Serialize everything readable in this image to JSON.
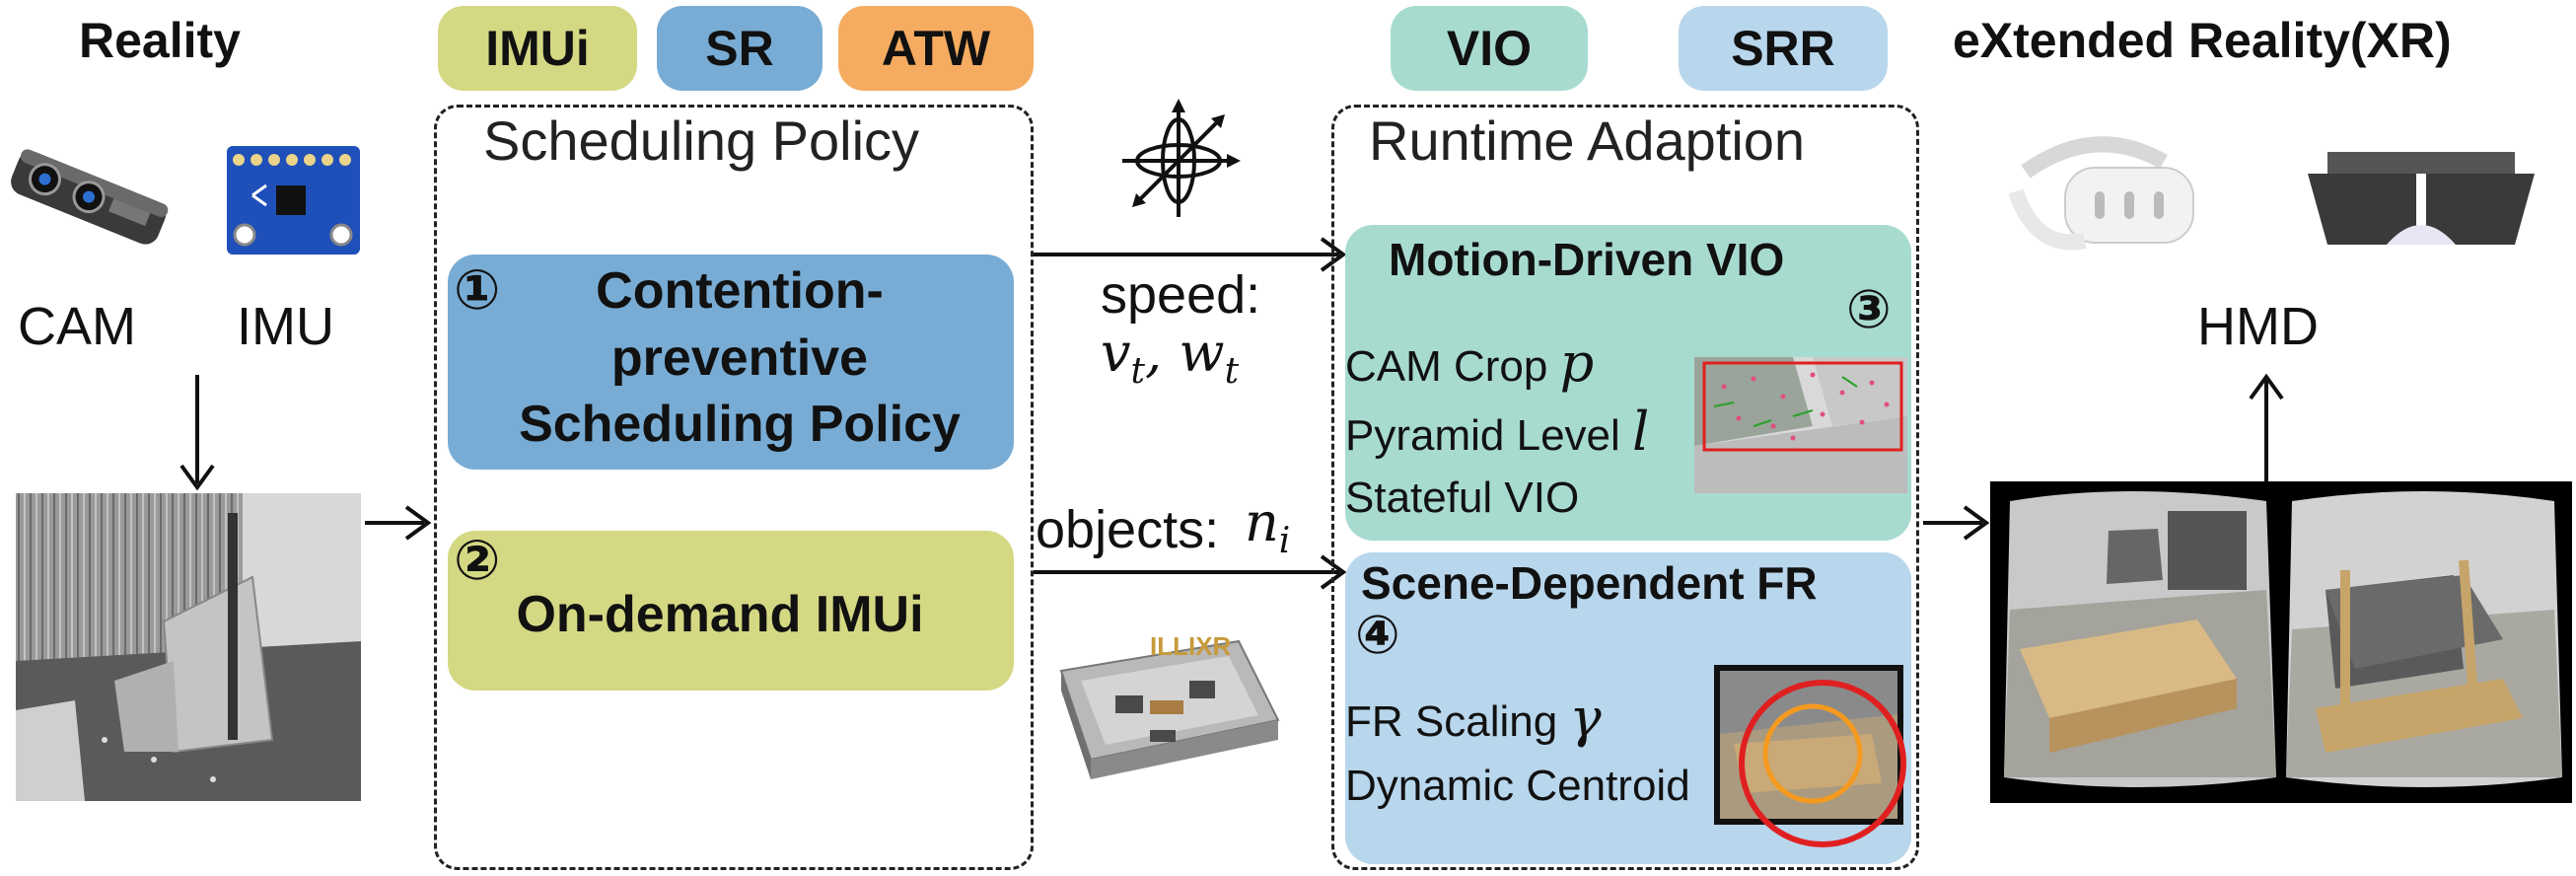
{
  "reality": {
    "title": "Reality",
    "cam_label": "CAM",
    "imu_label": "IMU"
  },
  "tags_left": [
    {
      "label": "IMUi",
      "color": "#d4d883"
    },
    {
      "label": "SR",
      "color": "#78acd4"
    },
    {
      "label": "ATW",
      "color": "#f5ac60"
    }
  ],
  "tags_right": [
    {
      "label": "VIO",
      "color": "#a8dbd0"
    },
    {
      "label": "SRR",
      "color": "#b8d6ec"
    }
  ],
  "scheduling": {
    "title": "Scheduling Policy",
    "policy1": {
      "number": "①",
      "text_l1": "Contention-",
      "text_l2": "preventive",
      "text_l3": "Scheduling Policy",
      "color": "#78acd4"
    },
    "policy2": {
      "number": "②",
      "text": "On-demand IMUi",
      "color": "#d4d883"
    }
  },
  "signals": {
    "speed_label": "speed:",
    "speed_vars": "v_t, w_t",
    "objects_label": "objects:",
    "objects_var": "n_i",
    "scene_logo": "ILLIXR"
  },
  "runtime": {
    "title": "Runtime Adaption",
    "vio": {
      "title": "Motion-Driven VIO",
      "number": "③",
      "items": [
        {
          "text": "CAM Crop",
          "var": "p"
        },
        {
          "text": "Pyramid Level",
          "var": "l"
        },
        {
          "text": "Stateful VIO",
          "var": ""
        }
      ],
      "color": "#a8dbd0"
    },
    "fr": {
      "title": "Scene-Dependent FR",
      "number": "④",
      "items": [
        {
          "text": "FR Scaling",
          "var": "γ"
        },
        {
          "text": "Dynamic Centroid",
          "var": ""
        }
      ],
      "color": "#b8d6ec"
    }
  },
  "xr": {
    "title": "eXtended Reality(XR)",
    "hmd_label": "HMD"
  }
}
